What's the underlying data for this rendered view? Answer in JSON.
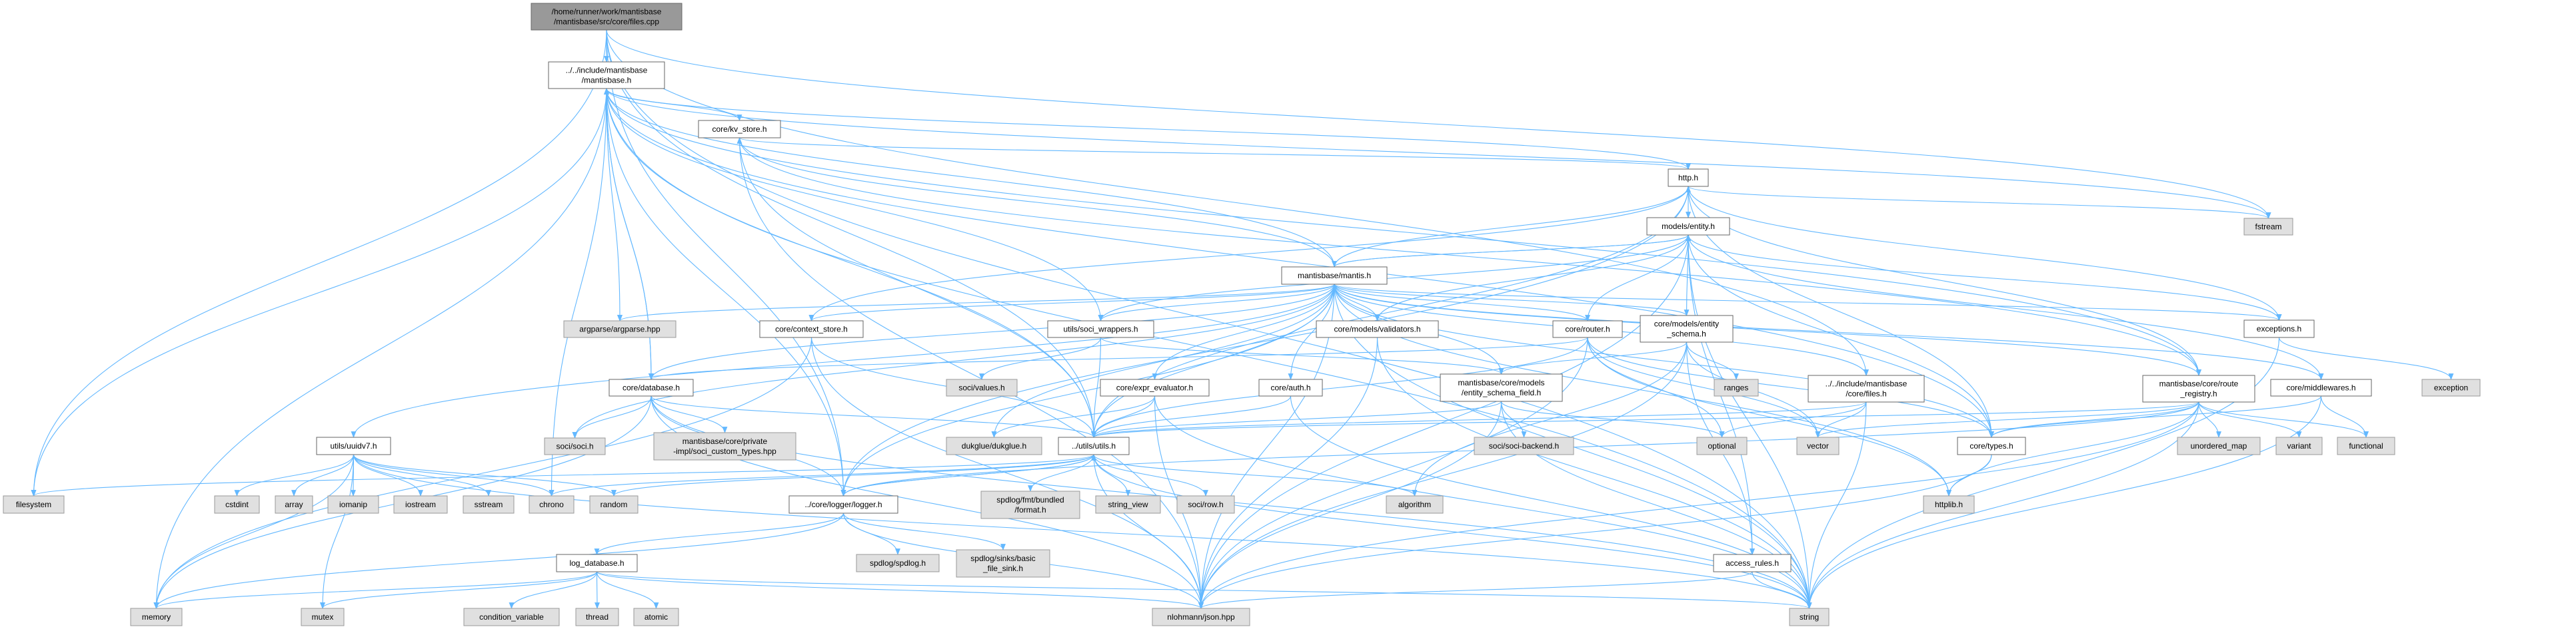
{
  "title": "Include dependency graph for files.cpp",
  "colors": {
    "edge": "#63b8ff",
    "root_fill": "#999999",
    "internal_fill": "#ffffff",
    "external_fill": "#e0e0e0",
    "border": "#666666",
    "external_border": "#999999"
  },
  "nodes": [
    {
      "id": "files_cpp",
      "label": [
        "/home/runner/work/mantisbase",
        "/mantisbase/src/core/files.cpp"
      ],
      "kind": "root"
    },
    {
      "id": "mantisbase_h",
      "label": [
        "../../include/mantisbase",
        "/mantisbase.h"
      ],
      "kind": "internal"
    },
    {
      "id": "kv_store",
      "label": [
        "core/kv_store.h"
      ],
      "kind": "internal"
    },
    {
      "id": "http_h",
      "label": [
        "http.h"
      ],
      "kind": "internal"
    },
    {
      "id": "entity_h",
      "label": [
        "models/entity.h"
      ],
      "kind": "internal"
    },
    {
      "id": "mantis_h",
      "label": [
        "mantisbase/mantis.h"
      ],
      "kind": "internal"
    },
    {
      "id": "argparse",
      "label": [
        "argparse/argparse.hpp"
      ],
      "kind": "external"
    },
    {
      "id": "context_store",
      "label": [
        "core/context_store.h"
      ],
      "kind": "internal"
    },
    {
      "id": "soci_wrappers",
      "label": [
        "utils/soci_wrappers.h"
      ],
      "kind": "internal"
    },
    {
      "id": "validators",
      "label": [
        "core/models/validators.h"
      ],
      "kind": "internal"
    },
    {
      "id": "router",
      "label": [
        "core/router.h"
      ],
      "kind": "internal"
    },
    {
      "id": "entity_schema",
      "label": [
        "core/models/entity",
        "_schema.h"
      ],
      "kind": "internal"
    },
    {
      "id": "database_h",
      "label": [
        "core/database.h"
      ],
      "kind": "internal"
    },
    {
      "id": "soci_values",
      "label": [
        "soci/values.h"
      ],
      "kind": "external"
    },
    {
      "id": "expr_evaluator",
      "label": [
        "core/expr_evaluator.h"
      ],
      "kind": "internal"
    },
    {
      "id": "auth_h",
      "label": [
        "core/auth.h"
      ],
      "kind": "internal"
    },
    {
      "id": "schema_field",
      "label": [
        "mantisbase/core/models",
        "/entity_schema_field.h"
      ],
      "kind": "internal"
    },
    {
      "id": "ranges",
      "label": [
        "ranges"
      ],
      "kind": "external"
    },
    {
      "id": "files_h",
      "label": [
        "../../include/mantisbase",
        "/core/files.h"
      ],
      "kind": "internal"
    },
    {
      "id": "route_registry",
      "label": [
        "mantisbase/core/route",
        "_registry.h"
      ],
      "kind": "internal"
    },
    {
      "id": "middlewares",
      "label": [
        "core/middlewares.h"
      ],
      "kind": "internal"
    },
    {
      "id": "exceptions_h",
      "label": [
        "exceptions.h"
      ],
      "kind": "internal"
    },
    {
      "id": "fstream",
      "label": [
        "fstream"
      ],
      "kind": "external"
    },
    {
      "id": "exception",
      "label": [
        "exception"
      ],
      "kind": "external"
    },
    {
      "id": "uuidv7",
      "label": [
        "utils/uuidv7.h"
      ],
      "kind": "internal"
    },
    {
      "id": "soci_h",
      "label": [
        "soci/soci.h"
      ],
      "kind": "external"
    },
    {
      "id": "soci_custom",
      "label": [
        "mantisbase/core/private",
        "-impl/soci_custom_types.hpp"
      ],
      "kind": "external"
    },
    {
      "id": "dukglue",
      "label": [
        "dukglue/dukglue.h"
      ],
      "kind": "external"
    },
    {
      "id": "utils_h",
      "label": [
        "../utils/utils.h"
      ],
      "kind": "internal"
    },
    {
      "id": "soci_backend",
      "label": [
        "soci/soci-backend.h"
      ],
      "kind": "external"
    },
    {
      "id": "optional",
      "label": [
        "optional"
      ],
      "kind": "external"
    },
    {
      "id": "vector",
      "label": [
        "vector"
      ],
      "kind": "external"
    },
    {
      "id": "types_h",
      "label": [
        "core/types.h"
      ],
      "kind": "internal"
    },
    {
      "id": "unordered_map",
      "label": [
        "unordered_map"
      ],
      "kind": "external"
    },
    {
      "id": "variant",
      "label": [
        "variant"
      ],
      "kind": "external"
    },
    {
      "id": "functional",
      "label": [
        "functional"
      ],
      "kind": "external"
    },
    {
      "id": "filesystem",
      "label": [
        "filesystem"
      ],
      "kind": "external"
    },
    {
      "id": "cstdint",
      "label": [
        "cstdint"
      ],
      "kind": "external"
    },
    {
      "id": "array",
      "label": [
        "array"
      ],
      "kind": "external"
    },
    {
      "id": "iomanip",
      "label": [
        "iomanip"
      ],
      "kind": "external"
    },
    {
      "id": "iostream",
      "label": [
        "iostream"
      ],
      "kind": "external"
    },
    {
      "id": "sstream",
      "label": [
        "sstream"
      ],
      "kind": "external"
    },
    {
      "id": "chrono",
      "label": [
        "chrono"
      ],
      "kind": "external"
    },
    {
      "id": "random",
      "label": [
        "random"
      ],
      "kind": "external"
    },
    {
      "id": "logger_h",
      "label": [
        "../core/logger/logger.h"
      ],
      "kind": "internal"
    },
    {
      "id": "fmt_format",
      "label": [
        "spdlog/fmt/bundled",
        "/format.h"
      ],
      "kind": "external"
    },
    {
      "id": "string_view",
      "label": [
        "string_view"
      ],
      "kind": "external"
    },
    {
      "id": "soci_row",
      "label": [
        "soci/row.h"
      ],
      "kind": "external"
    },
    {
      "id": "algorithm",
      "label": [
        "algorithm"
      ],
      "kind": "external"
    },
    {
      "id": "httplib",
      "label": [
        "httplib.h"
      ],
      "kind": "external"
    },
    {
      "id": "log_database",
      "label": [
        "log_database.h"
      ],
      "kind": "internal"
    },
    {
      "id": "spdlog",
      "label": [
        "spdlog/spdlog.h"
      ],
      "kind": "external"
    },
    {
      "id": "file_sink",
      "label": [
        "spdlog/sinks/basic",
        "_file_sink.h"
      ],
      "kind": "external"
    },
    {
      "id": "access_rules",
      "label": [
        "access_rules.h"
      ],
      "kind": "internal"
    },
    {
      "id": "memory",
      "label": [
        "memory"
      ],
      "kind": "external"
    },
    {
      "id": "mutex",
      "label": [
        "mutex"
      ],
      "kind": "external"
    },
    {
      "id": "condition_variable",
      "label": [
        "condition_variable"
      ],
      "kind": "external"
    },
    {
      "id": "thread",
      "label": [
        "thread"
      ],
      "kind": "external"
    },
    {
      "id": "atomic",
      "label": [
        "atomic"
      ],
      "kind": "external"
    },
    {
      "id": "json",
      "label": [
        "nlohmann/json.hpp"
      ],
      "kind": "external"
    },
    {
      "id": "string",
      "label": [
        "string"
      ],
      "kind": "external"
    }
  ],
  "edges": [
    [
      "files_cpp",
      "mantisbase_h"
    ],
    [
      "files_cpp",
      "filesystem"
    ],
    [
      "files_cpp",
      "fstream"
    ],
    [
      "files_cpp",
      "files_h"
    ],
    [
      "files_cpp",
      "string"
    ],
    [
      "files_cpp",
      "utils_h"
    ],
    [
      "files_cpp",
      "logger_h"
    ],
    [
      "mantisbase_h",
      "kv_store"
    ],
    [
      "mantisbase_h",
      "argparse"
    ],
    [
      "mantisbase_h",
      "filesystem"
    ],
    [
      "mantisbase_h",
      "memory"
    ],
    [
      "mantisbase_h",
      "logger_h"
    ],
    [
      "mantisbase_h",
      "http_h"
    ],
    [
      "mantisbase_h",
      "fstream"
    ],
    [
      "mantisbase_h",
      "string"
    ],
    [
      "mantisbase_h",
      "route_registry"
    ],
    [
      "mantisbase_h",
      "chrono"
    ],
    [
      "mantisbase_h",
      "utils_h"
    ],
    [
      "mantisbase_h",
      "database_h"
    ],
    [
      "mantisbase_h",
      "types_h"
    ],
    [
      "kv_store",
      "http_h"
    ],
    [
      "kv_store",
      "utils_h"
    ],
    [
      "kv_store",
      "json"
    ],
    [
      "kv_store",
      "route_registry"
    ],
    [
      "http_h",
      "entity_h"
    ],
    [
      "http_h",
      "fstream"
    ],
    [
      "http_h",
      "exceptions_h"
    ],
    [
      "http_h",
      "types_h"
    ],
    [
      "http_h",
      "route_registry"
    ],
    [
      "http_h",
      "context_store"
    ],
    [
      "http_h",
      "utils_h"
    ],
    [
      "http_h",
      "logger_h"
    ],
    [
      "entity_h",
      "mantis_h"
    ],
    [
      "entity_h",
      "exceptions_h"
    ],
    [
      "entity_h",
      "string"
    ],
    [
      "entity_h",
      "types_h"
    ],
    [
      "entity_h",
      "access_rules"
    ],
    [
      "entity_h",
      "soci_wrappers"
    ],
    [
      "entity_h",
      "middlewares"
    ],
    [
      "entity_h",
      "json"
    ],
    [
      "mantis_h",
      "mantisbase_h"
    ],
    [
      "mantis_h",
      "kv_store"
    ],
    [
      "mantis_h",
      "http_h"
    ],
    [
      "mantis_h",
      "entity_h"
    ],
    [
      "mantis_h",
      "argparse"
    ],
    [
      "mantis_h",
      "context_store"
    ],
    [
      "mantis_h",
      "database_h"
    ],
    [
      "mantis_h",
      "uuidv7"
    ],
    [
      "mantis_h",
      "soci_wrappers"
    ],
    [
      "mantis_h",
      "validators"
    ],
    [
      "mantis_h",
      "router"
    ],
    [
      "mantis_h",
      "entity_schema"
    ],
    [
      "mantis_h",
      "expr_evaluator"
    ],
    [
      "mantis_h",
      "auth_h"
    ],
    [
      "mantis_h",
      "schema_field"
    ],
    [
      "mantis_h",
      "utils_h"
    ],
    [
      "mantis_h",
      "logger_h"
    ],
    [
      "mantis_h",
      "dukglue"
    ],
    [
      "mantis_h",
      "files_h"
    ],
    [
      "mantis_h",
      "route_registry"
    ],
    [
      "mantis_h",
      "middlewares"
    ],
    [
      "mantis_h",
      "exceptions_h"
    ],
    [
      "mantis_h",
      "types_h"
    ],
    [
      "mantis_h",
      "httplib"
    ],
    [
      "mantis_h",
      "json"
    ],
    [
      "mantis_h",
      "string"
    ],
    [
      "mantis_h",
      "soci_h"
    ],
    [
      "context_store",
      "utils_h"
    ],
    [
      "context_store",
      "json"
    ],
    [
      "context_store",
      "memory"
    ],
    [
      "database_h",
      "soci_h"
    ],
    [
      "database_h",
      "soci_custom"
    ],
    [
      "database_h",
      "logger_h"
    ],
    [
      "database_h",
      "memory"
    ],
    [
      "database_h",
      "mantisbase_h"
    ],
    [
      "database_h",
      "utils_h"
    ],
    [
      "database_h",
      "json"
    ],
    [
      "database_h",
      "string"
    ],
    [
      "uuidv7",
      "cstdint"
    ],
    [
      "uuidv7",
      "array"
    ],
    [
      "uuidv7",
      "iomanip"
    ],
    [
      "uuidv7",
      "iostream"
    ],
    [
      "uuidv7",
      "sstream"
    ],
    [
      "uuidv7",
      "chrono"
    ],
    [
      "uuidv7",
      "random"
    ],
    [
      "uuidv7",
      "memory"
    ],
    [
      "uuidv7",
      "mutex"
    ],
    [
      "uuidv7",
      "string"
    ],
    [
      "logger_h",
      "log_database"
    ],
    [
      "logger_h",
      "memory"
    ],
    [
      "logger_h",
      "spdlog"
    ],
    [
      "logger_h",
      "file_sink"
    ],
    [
      "logger_h",
      "json"
    ],
    [
      "logger_h",
      "utils_h"
    ],
    [
      "log_database",
      "memory"
    ],
    [
      "log_database",
      "mutex"
    ],
    [
      "log_database",
      "condition_variable"
    ],
    [
      "log_database",
      "thread"
    ],
    [
      "log_database",
      "atomic"
    ],
    [
      "log_database",
      "json"
    ],
    [
      "log_database",
      "string"
    ],
    [
      "soci_wrappers",
      "soci_values"
    ],
    [
      "soci_wrappers",
      "utils_h"
    ],
    [
      "soci_wrappers",
      "schema_field"
    ],
    [
      "soci_wrappers",
      "mantisbase_h"
    ],
    [
      "validators",
      "json"
    ],
    [
      "validators",
      "entity_h"
    ],
    [
      "validators",
      "string"
    ],
    [
      "router",
      "utils_h"
    ],
    [
      "router",
      "database_h"
    ],
    [
      "router",
      "httplib"
    ],
    [
      "router",
      "vector"
    ],
    [
      "router",
      "types_h"
    ],
    [
      "router",
      "optional"
    ],
    [
      "router",
      "json"
    ],
    [
      "router",
      "entity_h"
    ],
    [
      "entity_schema",
      "schema_field"
    ],
    [
      "entity_schema",
      "ranges"
    ],
    [
      "entity_schema",
      "access_rules"
    ],
    [
      "entity_schema",
      "entity_h"
    ],
    [
      "entity_schema",
      "json"
    ],
    [
      "entity_schema",
      "vector"
    ],
    [
      "entity_schema",
      "algorithm"
    ],
    [
      "expr_evaluator",
      "dukglue"
    ],
    [
      "expr_evaluator",
      "utils_h"
    ],
    [
      "expr_evaluator",
      "json"
    ],
    [
      "expr_evaluator",
      "string"
    ],
    [
      "auth_h",
      "utils_h"
    ],
    [
      "auth_h",
      "string"
    ],
    [
      "schema_field",
      "soci_backend"
    ],
    [
      "schema_field",
      "optional"
    ],
    [
      "schema_field",
      "json"
    ],
    [
      "schema_field",
      "string"
    ],
    [
      "schema_field",
      "utils_h"
    ],
    [
      "utils_h",
      "filesystem"
    ],
    [
      "utils_h",
      "logger_h"
    ],
    [
      "utils_h",
      "fmt_format"
    ],
    [
      "utils_h",
      "string_view"
    ],
    [
      "utils_h",
      "soci_row"
    ],
    [
      "utils_h",
      "algorithm"
    ],
    [
      "utils_h",
      "json"
    ],
    [
      "utils_h",
      "string"
    ],
    [
      "utils_h",
      "random"
    ],
    [
      "utils_h",
      "chrono"
    ],
    [
      "files_h",
      "utils_h"
    ],
    [
      "files_h",
      "vector"
    ],
    [
      "files_h",
      "optional"
    ],
    [
      "files_h",
      "string"
    ],
    [
      "route_registry",
      "types_h"
    ],
    [
      "route_registry",
      "httplib"
    ],
    [
      "route_registry",
      "unordered_map"
    ],
    [
      "route_registry",
      "variant"
    ],
    [
      "route_registry",
      "functional"
    ],
    [
      "route_registry",
      "vector"
    ],
    [
      "route_registry",
      "string"
    ],
    [
      "route_registry",
      "json"
    ],
    [
      "route_registry",
      "utils_h"
    ],
    [
      "route_registry",
      "logger_h"
    ],
    [
      "middlewares",
      "types_h"
    ],
    [
      "middlewares",
      "functional"
    ],
    [
      "middlewares",
      "string"
    ],
    [
      "exceptions_h",
      "exception"
    ],
    [
      "exceptions_h",
      "string"
    ],
    [
      "types_h",
      "httplib"
    ],
    [
      "types_h",
      "json"
    ],
    [
      "access_rules",
      "string"
    ],
    [
      "access_rules",
      "json"
    ]
  ]
}
